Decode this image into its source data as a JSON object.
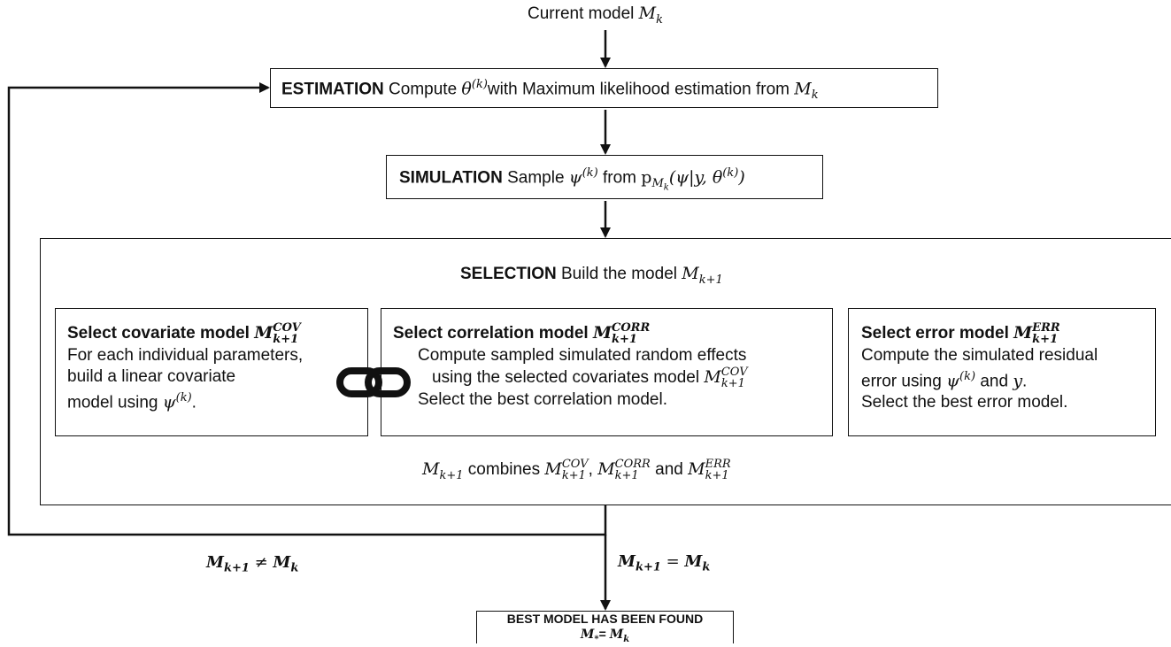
{
  "top_input": {
    "label": "Current model ",
    "model": "M",
    "sub": "k"
  },
  "estimation": {
    "keyword": "ESTIMATION",
    "text_before": " Compute ",
    "theta": "θ",
    "theta_sup": "(k)",
    "text_after": "with Maximum likelihood estimation from ",
    "model": "M",
    "sub": "k"
  },
  "simulation": {
    "keyword": "SIMULATION",
    "text_before": " Sample ",
    "psi": "ψ",
    "psi_sup": "(k)",
    "from": " from ",
    "dist": "p",
    "dist_sub_model": "M",
    "dist_sub_k": "k",
    "dist_args": "(ψ|y, θ",
    "dist_args_sup": "(k)",
    "dist_close": ")"
  },
  "selection": {
    "keyword": "SELECTION",
    "title_text": " Build the model ",
    "model": "M",
    "sub": "k+1",
    "covariate": {
      "heading": "Select covariate model ",
      "model": "M",
      "sub": "k+1",
      "sup": "COV",
      "line1": "For each individual parameters,",
      "line2": "build a linear covariate",
      "line3": "model using ",
      "psi": "ψ",
      "psi_sup": "(k)",
      "end": "."
    },
    "correlation": {
      "heading": "Select correlation model ",
      "model": "M",
      "sub": "k+1",
      "sup": "CORR",
      "line1": "Compute sampled simulated random effects",
      "line2": "using the selected covariates model ",
      "line2_model": "M",
      "line2_sub": "k+1",
      "line2_sup": "COV",
      "line3": "Select the best correlation model."
    },
    "error": {
      "heading": "Select error model ",
      "model": "M",
      "sub": "k+1",
      "sup": "ERR",
      "line1": "Compute the simulated residual",
      "line2a": "error using ",
      "psi": "ψ",
      "psi_sup": "(k)",
      "line2b": " and ",
      "y": "y",
      "end": ".",
      "line3": "Select the best error model."
    },
    "combine": {
      "model": "M",
      "sub": "k+1",
      "text1": " combines ",
      "cov_sup": "COV",
      "sep": ", ",
      "corr_sup": "CORR",
      "and": " and ",
      "err_sup": "ERR"
    }
  },
  "loop_label": {
    "left": "M",
    "left_sub": "k+1",
    "op": " ≠ ",
    "right": "M",
    "right_sub": "k"
  },
  "exit_label": {
    "left": "M",
    "left_sub": "k+1",
    "op": " = ",
    "right": "M",
    "right_sub": "k"
  },
  "final": {
    "line1": "BEST MODEL HAS BEEN FOUND",
    "left": "M",
    "left_sub": "*",
    "op": "= ",
    "right": "M",
    "right_sub": "k"
  },
  "link_icon": "chain-link-icon"
}
